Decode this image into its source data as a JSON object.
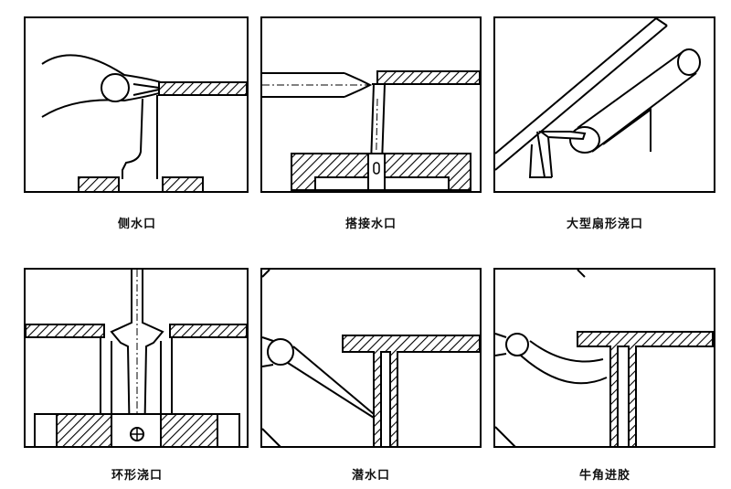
{
  "diagrams": [
    {
      "id": "side-gate",
      "caption": "侧水口"
    },
    {
      "id": "overlap-gate",
      "caption": "搭接水口"
    },
    {
      "id": "large-fan-gate",
      "caption": "大型扇形浇口"
    },
    {
      "id": "ring-gate",
      "caption": "环形浇口"
    },
    {
      "id": "submarine-gate",
      "caption": "潜水口"
    },
    {
      "id": "horn-gate",
      "caption": "牛角进胶"
    }
  ]
}
